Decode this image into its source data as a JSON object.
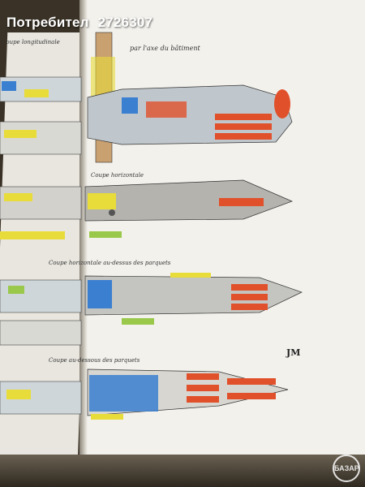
{
  "watermark": {
    "label": "Потребител",
    "user_id": "2726307"
  },
  "plate": {
    "heading": "par l'axe du bâtiment",
    "sections": [
      {
        "title": "Coupe horizontale"
      },
      {
        "title": "Coupe horizontale au-dessus des parquets"
      },
      {
        "title": "Coupe au-dessous des parquets"
      }
    ],
    "left_label": "Coupe longitudinale",
    "signature": "JM"
  },
  "site_badge": {
    "text": "БАЗАР"
  },
  "colors": {
    "red": "#e0502a",
    "blue": "#3a7fd0",
    "yellow": "#e8dc3a",
    "green": "#9ac84a",
    "hull_gray": "#b5b3ae",
    "paper": "#f3f1ec"
  }
}
